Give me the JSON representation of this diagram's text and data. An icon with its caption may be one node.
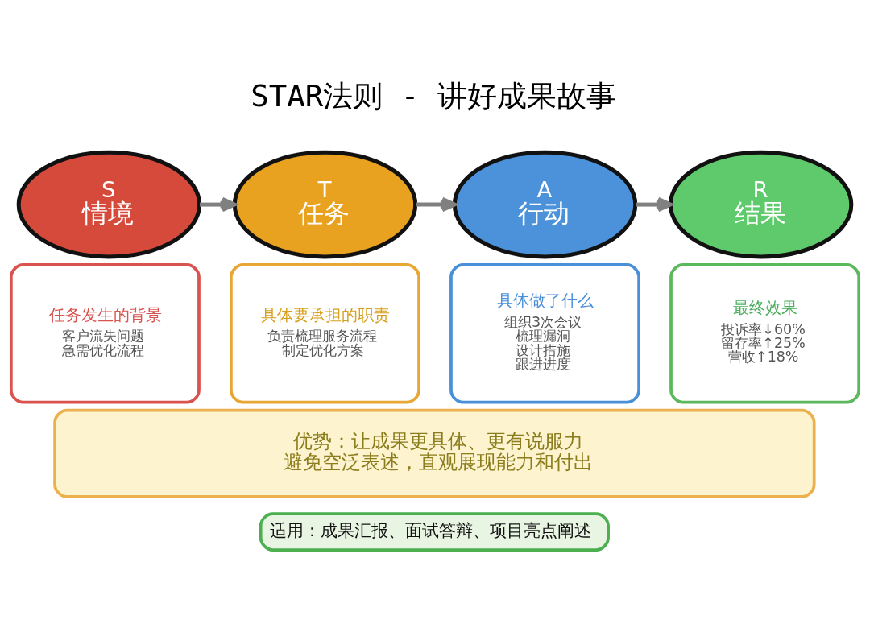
{
  "diagram": {
    "title": "STAR法则 - 讲好成果故事",
    "nodes": [
      {
        "text": [
          "S",
          "情境"
        ]
      },
      {
        "text": [
          "T",
          "任务"
        ]
      },
      {
        "text": [
          "A",
          "行动"
        ]
      },
      {
        "text": [
          "R",
          "结果"
        ]
      },
      {
        "text": [
          "任务发生的背景",
          "客户流失问题",
          "急需优化流程"
        ]
      },
      {
        "text": [
          "具体要承担的职责",
          "负责梳理服务流程",
          "制定优化方案"
        ]
      },
      {
        "text": [
          "具体做了什么",
          "组织3次会议",
          "梳理漏洞",
          "设计措施",
          "跟进进度"
        ]
      },
      {
        "text": [
          "最终效果",
          "投诉率↓60%",
          "留存率↑25%",
          "营收↑18%"
        ]
      },
      {
        "text": [
          "优势：让成果更具体、更有说服力",
          "避免空泛表述，直观展现能力和付出"
        ]
      },
      {
        "text": [
          "适用：成果汇报、面试答辩、项目亮点阐述"
        ]
      }
    ],
    "edges": [
      {
        "from": 0,
        "to": 1,
        "arrow": "to"
      },
      {
        "from": 1,
        "to": 2,
        "arrow": "to"
      },
      {
        "from": 2,
        "to": 3,
        "arrow": "to"
      }
    ]
  }
}
